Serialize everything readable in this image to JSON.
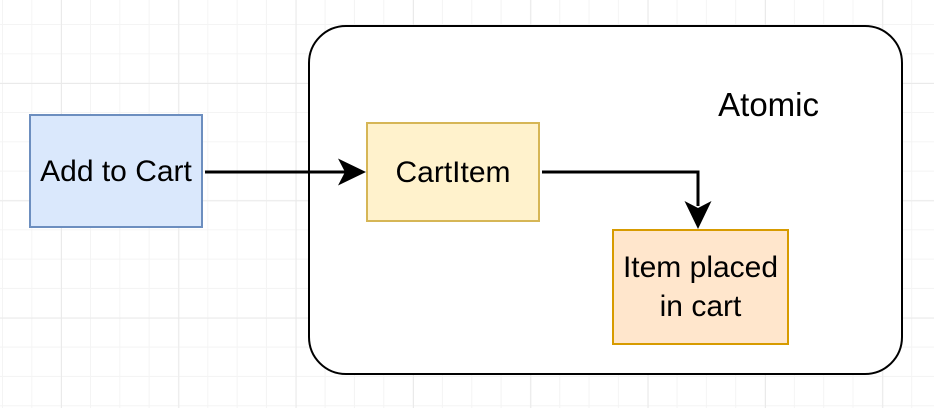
{
  "diagram": {
    "group": {
      "label": "Atomic",
      "fill": "#ffffff",
      "border_color": "#000000"
    },
    "nodes": [
      {
        "id": "add-to-cart",
        "label": "Add to Cart",
        "fill": "#dae8fc",
        "stroke": "#6c8ebf"
      },
      {
        "id": "cart-item",
        "label": "CartItem",
        "fill": "#fff2cc",
        "stroke": "#d6b656"
      },
      {
        "id": "item-placed-in-cart",
        "label": "Item placed in cart",
        "fill": "#ffe6cc",
        "stroke": "#d79b00"
      }
    ],
    "edges": [
      {
        "from": "add-to-cart",
        "to": "cart-item",
        "color": "#000000"
      },
      {
        "from": "cart-item",
        "to": "item-placed-in-cart",
        "color": "#000000"
      }
    ],
    "canvas": {
      "background": "#ffffff",
      "grid_minor_color": "#f4f4f4",
      "grid_major_color": "#eaeaea",
      "text_color": "#000000"
    }
  }
}
